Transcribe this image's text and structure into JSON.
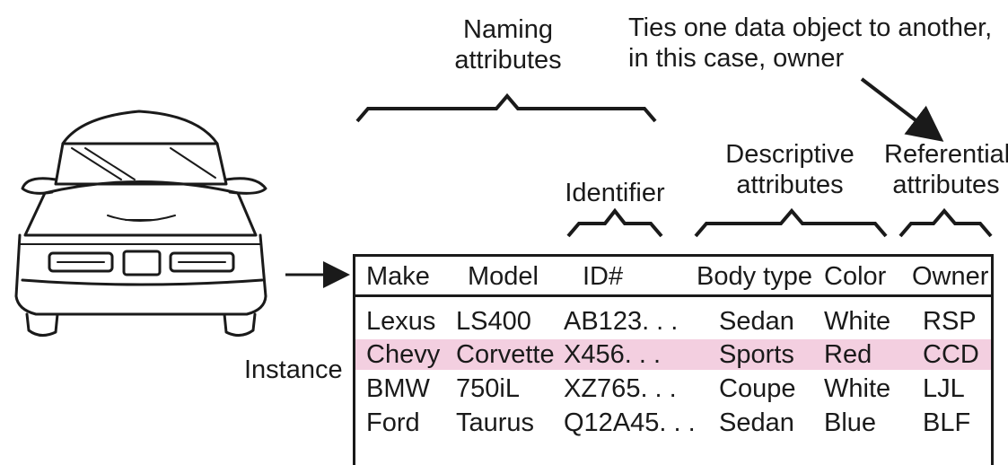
{
  "annotations": {
    "naming": "Naming\nattributes",
    "ties_note": "Ties one data object to another,\nin this case, owner",
    "identifier": "Identifier",
    "descriptive": "Descriptive\nattributes",
    "referential": "Referential\nattributes",
    "instance": "Instance"
  },
  "table": {
    "headers": [
      "Make",
      "Model",
      "ID#",
      "Body type",
      "Color",
      "Owner"
    ],
    "rows": [
      [
        "Lexus",
        "LS400",
        "AB123. . .",
        "Sedan",
        "White",
        "RSP"
      ],
      [
        "Chevy",
        "Corvette",
        "X456. . .",
        "Sports",
        "Red",
        "CCD"
      ],
      [
        "BMW",
        "750iL",
        "XZ765. . .",
        "Coupe",
        "White",
        "LJL"
      ],
      [
        "Ford",
        "Taurus",
        "Q12A45. . .",
        "Sedan",
        "Blue",
        "BLF"
      ]
    ],
    "highlighted_row_index": 1
  },
  "colors": {
    "ink": "#1a1a1a",
    "highlight": "#f3cfe0"
  }
}
